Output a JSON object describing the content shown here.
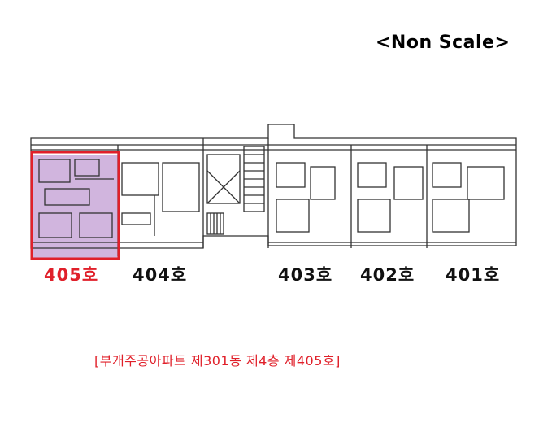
{
  "scale_note": "<Non Scale>",
  "units": [
    {
      "label": "405호",
      "highlight": true
    },
    {
      "label": "404호",
      "highlight": false
    },
    {
      "label": "403호",
      "highlight": false
    },
    {
      "label": "402호",
      "highlight": false
    },
    {
      "label": "401호",
      "highlight": false
    }
  ],
  "caption": "[부개주공아파트 제301동 제4층 제405호]",
  "colors": {
    "highlight": "#e0202a",
    "fill": "#c9a8d8",
    "line": "#333333"
  }
}
